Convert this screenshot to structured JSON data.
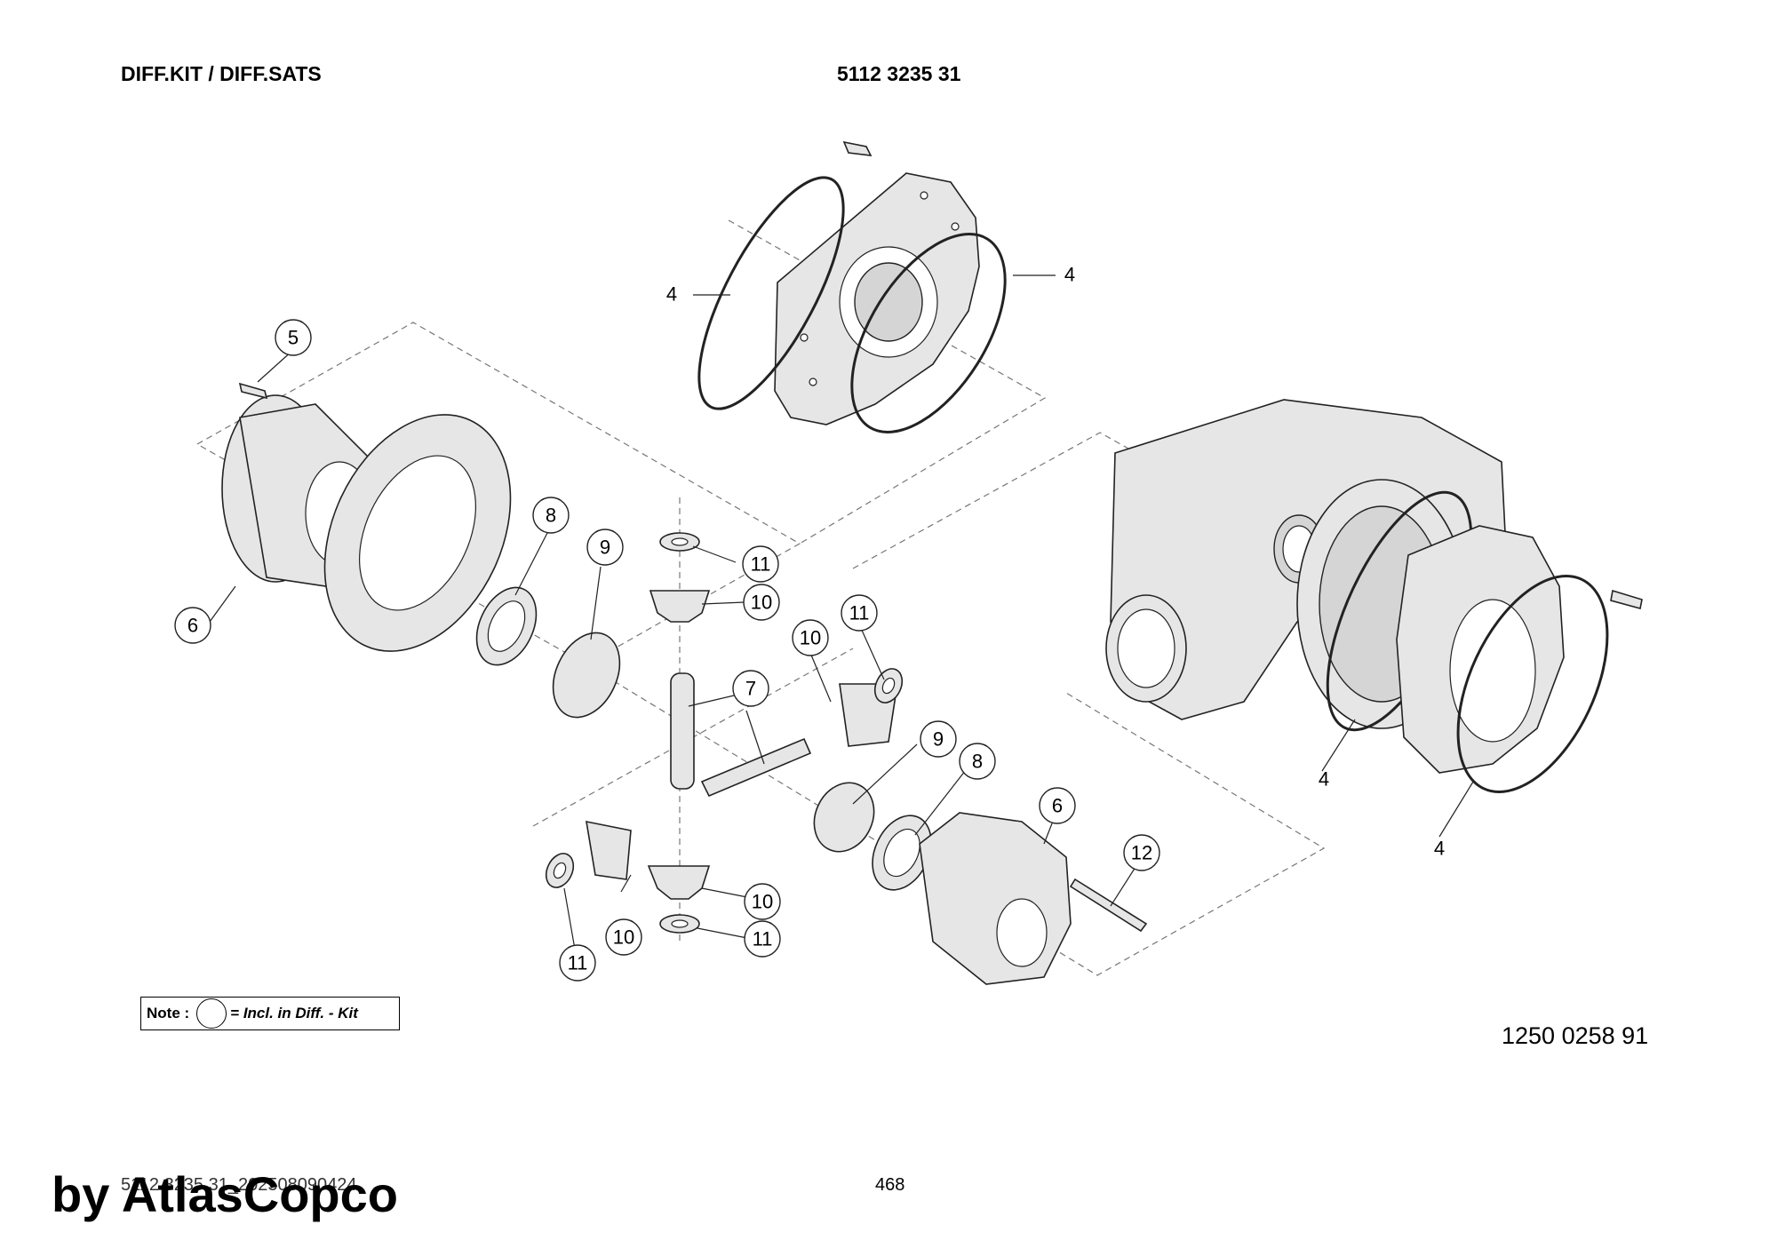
{
  "header": {
    "title": "DIFF.KIT / DIFF.SATS",
    "part_number": "5112 3235 31"
  },
  "callouts": [
    {
      "id": "c5",
      "label": "5",
      "circled": true
    },
    {
      "id": "c6a",
      "label": "6",
      "circled": true
    },
    {
      "id": "c8a",
      "label": "8",
      "circled": true
    },
    {
      "id": "c9a",
      "label": "9",
      "circled": true
    },
    {
      "id": "c11a",
      "label": "11",
      "circled": true
    },
    {
      "id": "c10a",
      "label": "10",
      "circled": true
    },
    {
      "id": "c11b",
      "label": "11",
      "circled": true
    },
    {
      "id": "c10b",
      "label": "10",
      "circled": true
    },
    {
      "id": "c7",
      "label": "7",
      "circled": true
    },
    {
      "id": "c9b",
      "label": "9",
      "circled": true
    },
    {
      "id": "c8b",
      "label": "8",
      "circled": true
    },
    {
      "id": "c6b",
      "label": "6",
      "circled": true
    },
    {
      "id": "c12",
      "label": "12",
      "circled": true
    },
    {
      "id": "c10c",
      "label": "10",
      "circled": true
    },
    {
      "id": "c11c",
      "label": "11",
      "circled": true
    },
    {
      "id": "c10d",
      "label": "10",
      "circled": true
    },
    {
      "id": "c11d",
      "label": "11",
      "circled": true
    }
  ],
  "plain_labels": [
    {
      "id": "l4a",
      "label": "4"
    },
    {
      "id": "l4b",
      "label": "4"
    },
    {
      "id": "l4c",
      "label": "4"
    },
    {
      "id": "l4d",
      "label": "4"
    }
  ],
  "note": {
    "prefix": "Note :",
    "text": "= Incl. in Diff. - Kit"
  },
  "drawing_number": "1250 0258 91",
  "footer": {
    "doc_id": "5112 3235 31_202508090424",
    "page": "468"
  },
  "watermark": "by AtlasCopco"
}
